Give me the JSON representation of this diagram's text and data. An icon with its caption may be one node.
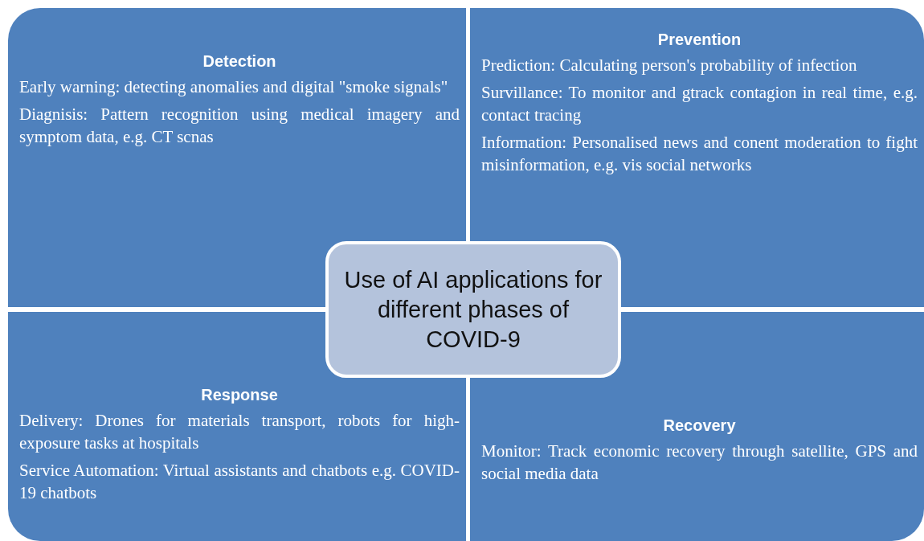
{
  "diagram": {
    "nodes": [
      {
        "text": [
          "Detection",
          "Early warning: detecting anomalies and digital \"smoke signals\"",
          "Diagnisis: Pattern recognition using medical imagery and symptom data, e.g. CT scnas"
        ]
      },
      {
        "text": [
          "Prevention",
          "Prediction: Calculating person's probability of infection",
          "Survillance: To monitor and gtrack contagion in real time, e.g. contact tracing",
          "Information: Personalised news and conent moderation to fight misinformation, e.g. vis social networks"
        ]
      },
      {
        "text": [
          "Use of AI applications for different phases of COVID-9"
        ]
      },
      {
        "text": [
          "Response",
          "Delivery: Drones for materials transport, robots for high-exposure tasks at hospitals",
          "Service Automation: Virtual assistants and chatbots e.g. COVID-19 chatbots"
        ]
      },
      {
        "text": [
          "Recovery",
          "Monitor: Track economic recovery through satellite, GPS and social media data"
        ]
      }
    ]
  }
}
